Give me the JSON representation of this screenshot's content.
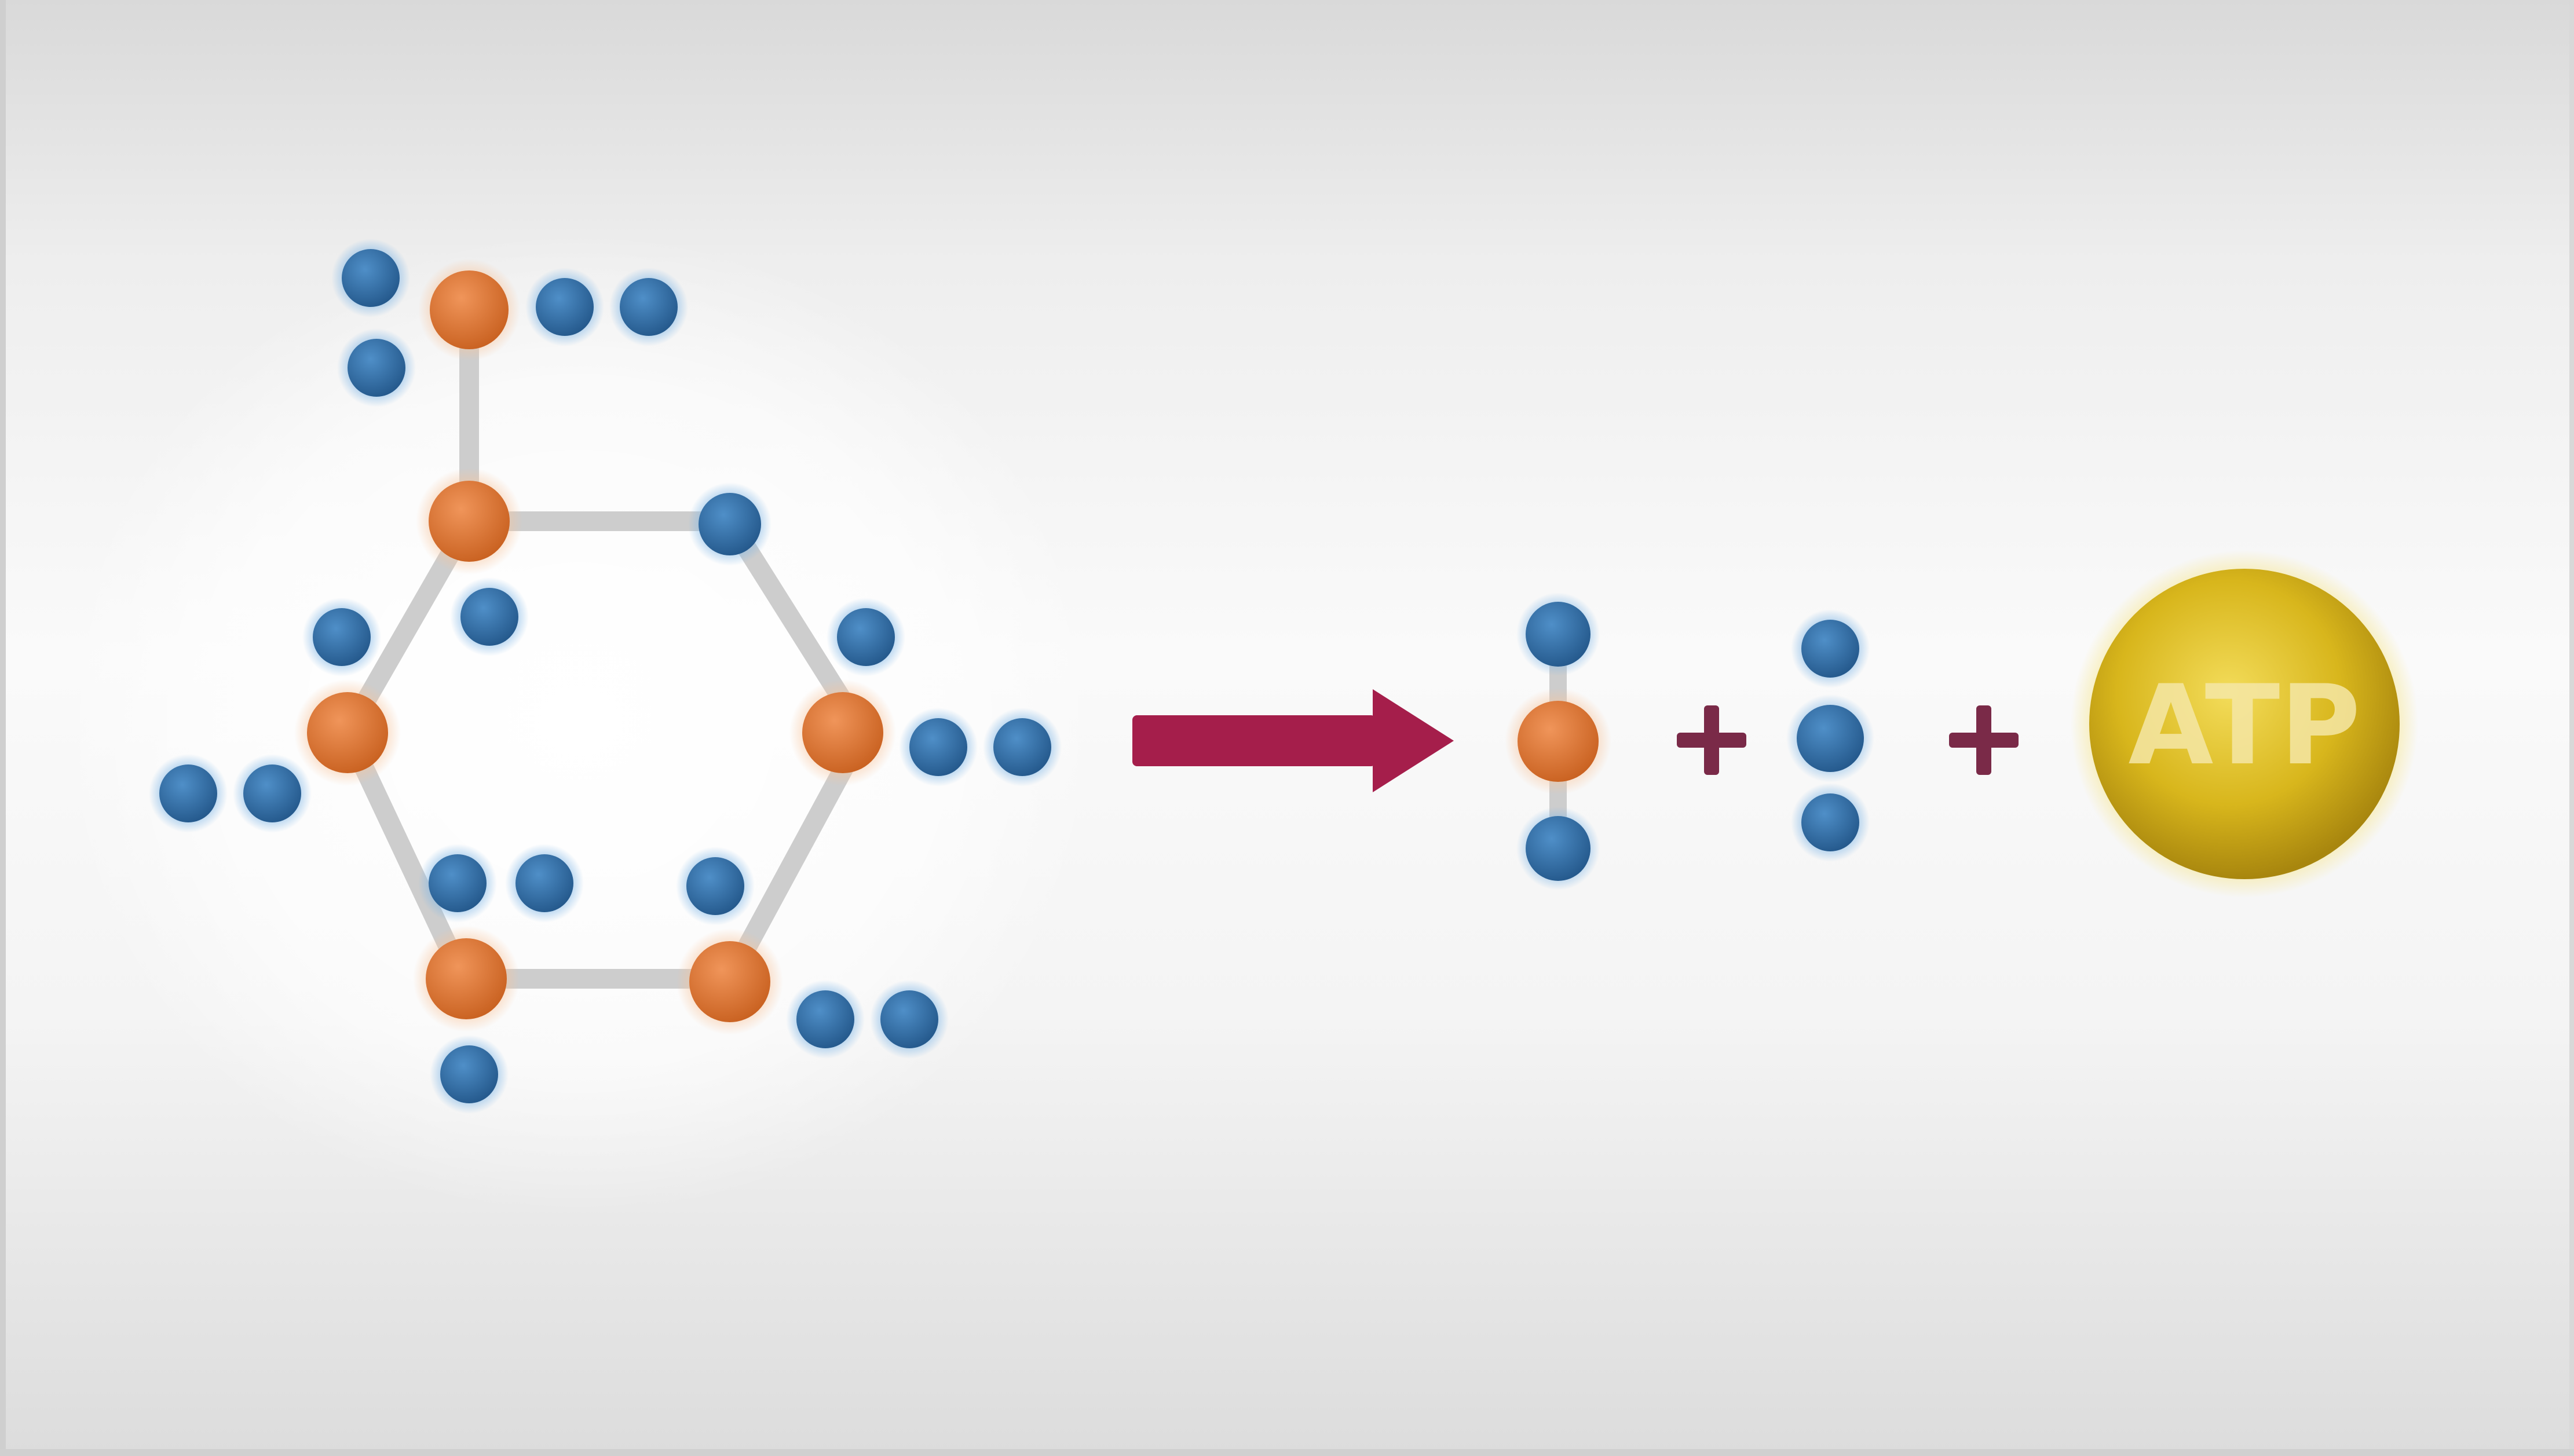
{
  "colors": {
    "background_mid": "#f8f8f8",
    "background_edge": "#d9d9d9",
    "hydrogen_blue": "#2e6ca4",
    "carbon_orange": "#e07a35",
    "bond_gray": "#cdcdcd",
    "arrow_crimson": "#a51e4b",
    "plus_maroon": "#7a2a48",
    "atp_gold": "#d8b61c"
  },
  "icons": {
    "reaction_arrow": "arrow-right-icon",
    "plus": "plus-icon",
    "energy": "atp-sphere-icon"
  },
  "diagram": {
    "glucose": {
      "atoms": [
        {
          "id": "c6",
          "element": "carbon"
        },
        {
          "id": "h6a",
          "element": "hydrogen"
        },
        {
          "id": "h6b",
          "element": "hydrogen"
        },
        {
          "id": "o6",
          "element": "oxygen"
        },
        {
          "id": "h6o",
          "element": "hydrogen"
        },
        {
          "id": "c5",
          "element": "carbon"
        },
        {
          "id": "h5",
          "element": "hydrogen"
        },
        {
          "id": "o_ring",
          "element": "oxygen"
        },
        {
          "id": "c1",
          "element": "carbon"
        },
        {
          "id": "h1",
          "element": "hydrogen"
        },
        {
          "id": "o1",
          "element": "oxygen"
        },
        {
          "id": "h1o",
          "element": "hydrogen"
        },
        {
          "id": "c4",
          "element": "carbon"
        },
        {
          "id": "h4",
          "element": "hydrogen"
        },
        {
          "id": "o4",
          "element": "oxygen"
        },
        {
          "id": "h4o",
          "element": "hydrogen"
        },
        {
          "id": "c3",
          "element": "carbon"
        },
        {
          "id": "o3",
          "element": "oxygen"
        },
        {
          "id": "h3o",
          "element": "hydrogen"
        },
        {
          "id": "h3",
          "element": "hydrogen"
        },
        {
          "id": "c2",
          "element": "carbon"
        },
        {
          "id": "h2",
          "element": "hydrogen"
        },
        {
          "id": "o2",
          "element": "oxygen"
        },
        {
          "id": "h2o_h",
          "element": "hydrogen"
        }
      ]
    },
    "carbon_dioxide": {
      "atoms": [
        {
          "id": "o_top",
          "element": "oxygen"
        },
        {
          "id": "c",
          "element": "carbon"
        },
        {
          "id": "o_bottom",
          "element": "oxygen"
        }
      ]
    },
    "water": {
      "atoms": [
        {
          "id": "h_top",
          "element": "hydrogen"
        },
        {
          "id": "o",
          "element": "oxygen"
        },
        {
          "id": "h_bottom",
          "element": "hydrogen"
        }
      ]
    },
    "atp": {
      "label": "ATP"
    }
  }
}
